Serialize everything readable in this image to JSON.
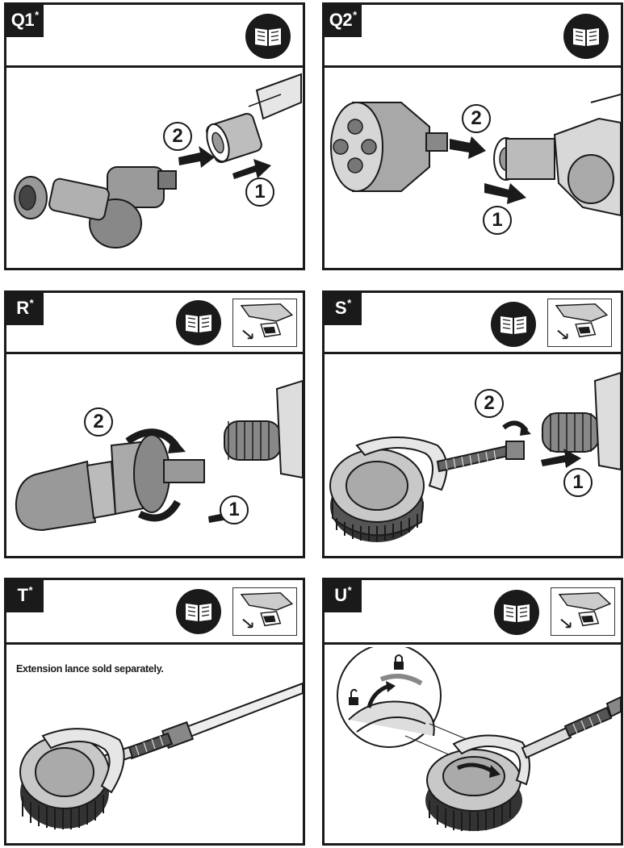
{
  "panels": [
    {
      "id": "Q1",
      "label": "Q1",
      "star": "*",
      "steps": [
        "1",
        "2"
      ]
    },
    {
      "id": "Q2",
      "label": "Q2",
      "star": "*",
      "steps": [
        "1",
        "2"
      ]
    },
    {
      "id": "R",
      "label": "R",
      "star": "*",
      "steps": [
        "1",
        "2"
      ]
    },
    {
      "id": "S",
      "label": "S",
      "star": "*",
      "steps": [
        "1",
        "2"
      ]
    },
    {
      "id": "T",
      "label": "T",
      "star": "*",
      "note": "Extension lance sold separately."
    },
    {
      "id": "U",
      "label": "U",
      "star": "*"
    }
  ],
  "icons": {
    "manual": "open-book-icon",
    "remove_battery": "remove-battery-icon",
    "lock": "lock-icon",
    "unlock": "unlock-icon"
  },
  "colors": {
    "ink": "#1a1a1a",
    "fill_gray": "#8a8a8a",
    "light_gray": "#c8c8c8"
  }
}
